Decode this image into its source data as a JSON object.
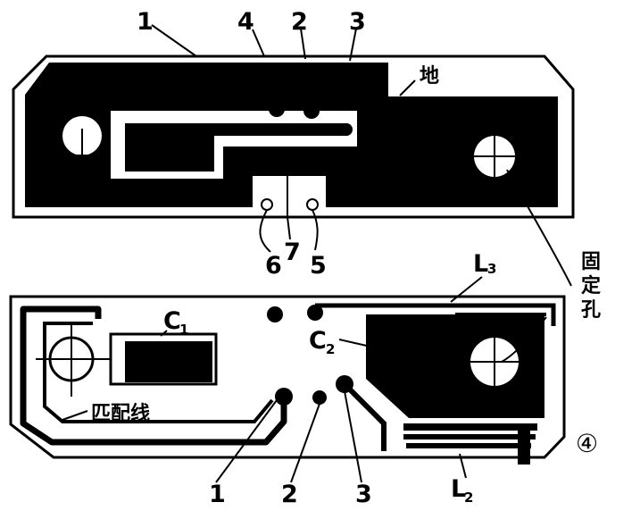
{
  "colors": {
    "ink": "#000000",
    "paper": "#ffffff"
  },
  "top_board": {
    "callouts": {
      "l1": "1",
      "l4": "4",
      "l2": "2",
      "l3": "3",
      "l6": "6",
      "l7": "7",
      "l5": "5"
    },
    "ground_label": "地"
  },
  "bottom_board": {
    "c1_label": "C",
    "c1_sub": "1",
    "c2_label": "C",
    "c2_sub": "2",
    "l3_label": "L",
    "l3_sub": "3",
    "l2_label": "L",
    "l2_sub": "2",
    "matching_line_label": "匹配线",
    "callouts": {
      "b1": "1",
      "b2": "2",
      "b3": "3"
    }
  },
  "mounting_hole_label": [
    "固",
    "定",
    "孔"
  ],
  "figure_number": "④"
}
